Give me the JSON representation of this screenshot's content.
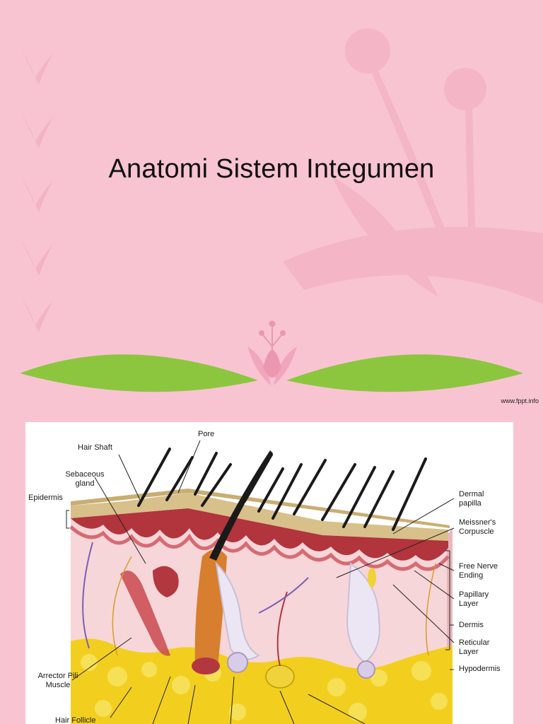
{
  "slide": {
    "title": "Anatomi Sistem Integumen",
    "watermark": "www.fppt.info"
  },
  "colors": {
    "background": "#f8c4d2",
    "leaf_green": "#8cc63f",
    "flower_pink": "#f0a7bd"
  },
  "diagram": {
    "labels": {
      "pore": "Pore",
      "hair_shaft": "Hair Shaft",
      "sebaceous_gland": "Sebaceous\ngland",
      "epidermis": "Epidermis",
      "dermal_papilla": "Dermal\npapilla",
      "meissners_corpuscle": "Meissner's\nCorpuscle",
      "free_nerve_ending": "Free Nerve\nEnding",
      "papillary_layer": "Papillary\nLayer",
      "dermis": "Dermis",
      "reticular_layer": "Reticular\nLayer",
      "hypodermis": "Hypodermis",
      "arrector_pili_muscle": "Arrector Pili\nMuscle",
      "hair_follicle": "Hair Follicle"
    }
  }
}
